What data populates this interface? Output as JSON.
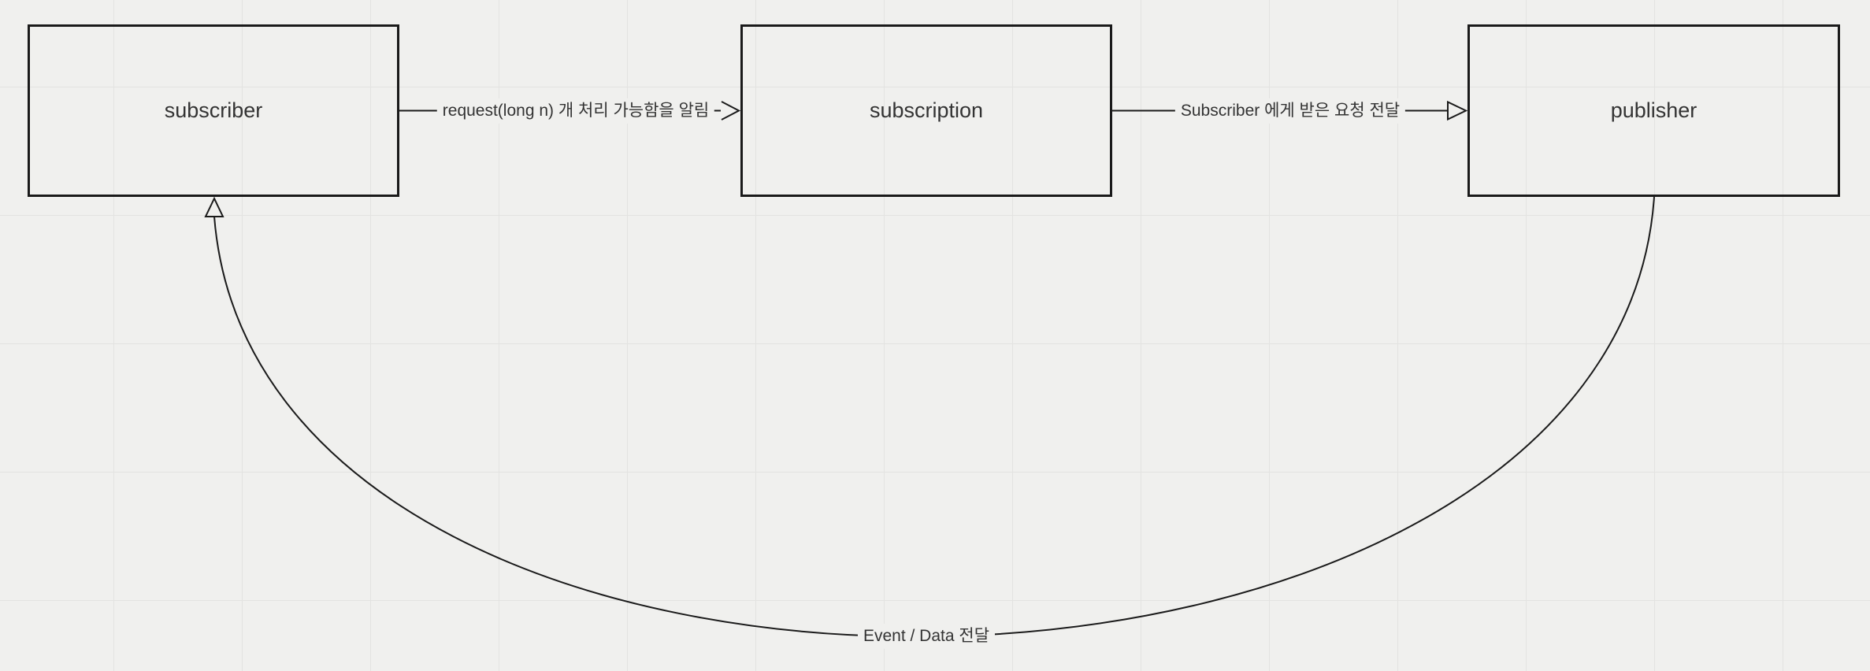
{
  "diagram": {
    "nodes": [
      {
        "id": "subscriber",
        "label": "subscriber"
      },
      {
        "id": "subscription",
        "label": "subscription"
      },
      {
        "id": "publisher",
        "label": "publisher"
      }
    ],
    "edges": [
      {
        "from": "subscriber",
        "to": "subscription",
        "label": "request(long n) 개 처리 가능함을 알림",
        "arrowhead": "open-chevron",
        "shape": "straight"
      },
      {
        "from": "subscription",
        "to": "publisher",
        "label": "Subscriber 에게 받은 요청 전달",
        "arrowhead": "hollow-triangle",
        "shape": "straight"
      },
      {
        "from": "publisher",
        "to": "subscriber",
        "label": "Event / Data 전달",
        "arrowhead": "hollow-triangle",
        "shape": "curved"
      }
    ]
  },
  "theme": {
    "canvas_bg": "#f0f0ee",
    "grid_line": "#e3e3e1",
    "stroke": "#1a1a1a",
    "text": "#333333"
  }
}
